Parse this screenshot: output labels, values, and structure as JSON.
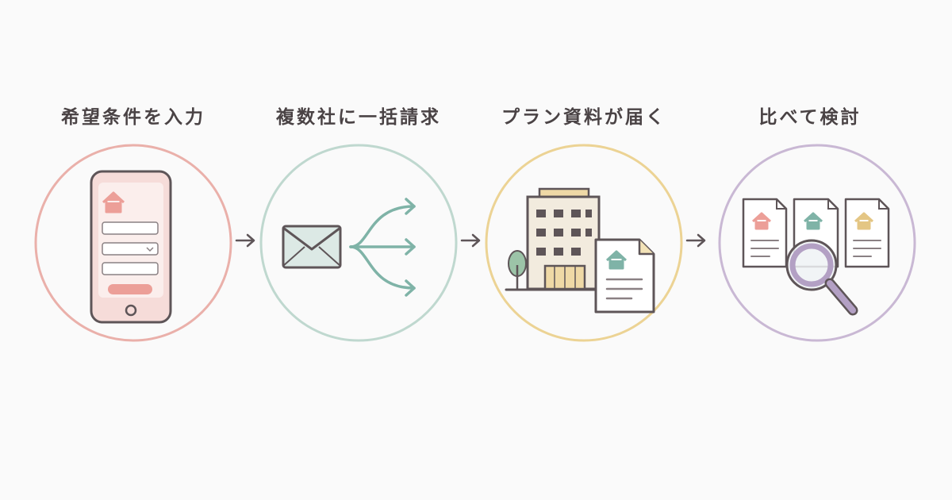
{
  "steps": [
    {
      "title": "希望条件を入力",
      "color": "#eab0aa",
      "icon": "smartphone-form-icon"
    },
    {
      "title": "複数社に一括請求",
      "color": "#bfd8cf",
      "icon": "envelope-branch-icon"
    },
    {
      "title": "プラン資料が届く",
      "color": "#ecd394",
      "icon": "building-document-icon"
    },
    {
      "title": "比べて検討",
      "color": "#c9b8d4",
      "icon": "compare-magnifier-icon"
    }
  ],
  "colors": {
    "line": "#5e5558",
    "pink": "#ec9f98",
    "green": "#7fb3a7",
    "yellow": "#e4c684",
    "purple": "#b3a0c4",
    "arrow": "#5e5558"
  }
}
